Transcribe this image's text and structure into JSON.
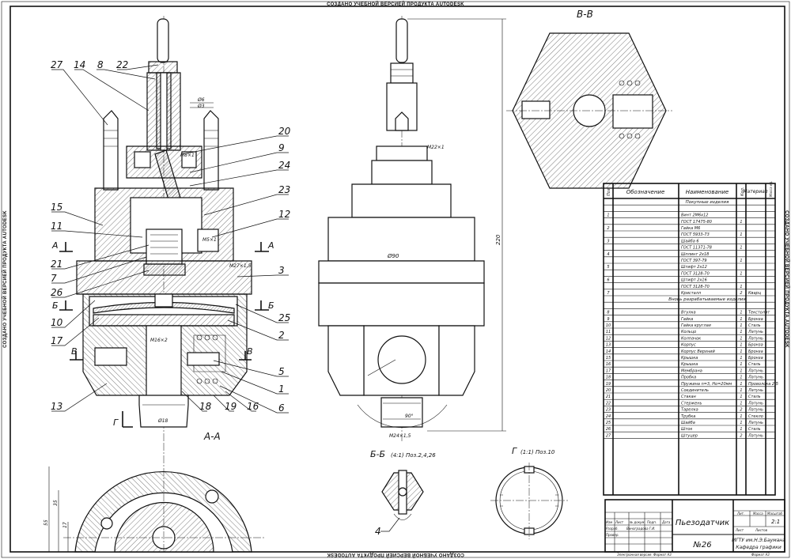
{
  "watermark": "СОЗДАНО УЧЕБНОЙ ВЕРСИЕЙ ПРОДУКТА AUTODESK",
  "views": {
    "section_bb": "В-В",
    "section_aa": "А-А",
    "section_b_b": "Б-Б",
    "section_b_b_note": "(4:1) Поз.2,4,26",
    "view_g": "Г",
    "view_g_note": "(1:1) Поз.10"
  },
  "cut_marks": [
    "А",
    "А",
    "Б",
    "Б",
    "В",
    "В",
    "Г"
  ],
  "position_numbers_left": [
    "27",
    "14",
    "8",
    "22",
    "15",
    "11",
    "21",
    "7",
    "26",
    "10",
    "17",
    "13"
  ],
  "position_numbers_right": [
    "20",
    "9",
    "24",
    "23",
    "12",
    "3",
    "25",
    "2",
    "5",
    "1",
    "6",
    "16",
    "19",
    "18"
  ],
  "position_number_bb": "4",
  "dimensions": {
    "d6": "Ø6",
    "d3": "Ø3",
    "m8": "М8×1",
    "m5": "М5×1",
    "m27": "М27×1,5",
    "m16": "М16×2",
    "d18": "Ø18",
    "m22": "М22×1",
    "d90": "Ø90",
    "h220": "220",
    "m24": "М24×1,5",
    "angle": "90°",
    "d55": "55",
    "d35": "35",
    "d17": "17"
  },
  "spec_table": {
    "headers": [
      "Поз.",
      "Обозначение",
      "Наименование",
      "Кол.",
      "Материал",
      "Масса ед."
    ],
    "section_purchased": "Покупные изделия",
    "purchased": [
      {
        "pos": "1",
        "name": "Винт 2М6х12",
        "qty": "",
        "mat": ""
      },
      {
        "pos": "",
        "name": "ГОСТ 17475-80",
        "qty": "1",
        "mat": ""
      },
      {
        "pos": "2",
        "name": "Гайка М6",
        "qty": "",
        "mat": ""
      },
      {
        "pos": "",
        "name": "ГОСТ 5933-73",
        "qty": "1",
        "mat": ""
      },
      {
        "pos": "3",
        "name": "Шайба 6",
        "qty": "",
        "mat": ""
      },
      {
        "pos": "",
        "name": "ГОСТ 11371-78",
        "qty": "1",
        "mat": ""
      },
      {
        "pos": "4",
        "name": "Шплинт 2х18",
        "qty": "",
        "mat": ""
      },
      {
        "pos": "",
        "name": "ГОСТ 397-79",
        "qty": "1",
        "mat": ""
      },
      {
        "pos": "5",
        "name": "Штифт 2х12",
        "qty": "",
        "mat": ""
      },
      {
        "pos": "",
        "name": "ГОСТ 3128-70",
        "qty": "1",
        "mat": ""
      },
      {
        "pos": "6",
        "name": "Штифт 2х16",
        "qty": "",
        "mat": ""
      },
      {
        "pos": "",
        "name": "ГОСТ 3128-70",
        "qty": "1",
        "mat": ""
      },
      {
        "pos": "7",
        "name": "Кристалл",
        "qty": "2",
        "mat": "Кварц"
      }
    ],
    "section_developed": "Вновь разрабатываемые изделия",
    "developed": [
      {
        "pos": "8",
        "name": "Втулка",
        "qty": "1",
        "mat": "Текстолит"
      },
      {
        "pos": "9",
        "name": "Гайка",
        "qty": "1",
        "mat": "Бронза"
      },
      {
        "pos": "10",
        "name": "Гайка круглая",
        "qty": "1",
        "mat": "Сталь"
      },
      {
        "pos": "11",
        "name": "Кольцо",
        "qty": "1",
        "mat": "Латунь"
      },
      {
        "pos": "12",
        "name": "Колпачок",
        "qty": "1",
        "mat": "Латунь"
      },
      {
        "pos": "13",
        "name": "Корпус",
        "qty": "1",
        "mat": "Бронза"
      },
      {
        "pos": "14",
        "name": "Корпус Верхний",
        "qty": "1",
        "mat": "Бронза"
      },
      {
        "pos": "15",
        "name": "Крышка",
        "qty": "1",
        "mat": "Бронза"
      },
      {
        "pos": "16",
        "name": "Крышка",
        "qty": "1",
        "mat": "Сталь"
      },
      {
        "pos": "17",
        "name": "Мембрана",
        "qty": "1",
        "mat": "Латунь"
      },
      {
        "pos": "18",
        "name": "Пробка",
        "qty": "1",
        "mat": "Латунь"
      },
      {
        "pos": "19",
        "name": "Пружина n=3, Но=20мм",
        "qty": "1",
        "mat": "Проволока 2,5"
      },
      {
        "pos": "20",
        "name": "Соединитель",
        "qty": "1",
        "mat": "Латунь"
      },
      {
        "pos": "21",
        "name": "Стакан",
        "qty": "1",
        "mat": "Сталь"
      },
      {
        "pos": "22",
        "name": "Стержень",
        "qty": "1",
        "mat": "Латунь"
      },
      {
        "pos": "23",
        "name": "Тарелка",
        "qty": "2",
        "mat": "Латунь"
      },
      {
        "pos": "24",
        "name": "Трубка",
        "qty": "1",
        "mat": "Стекло"
      },
      {
        "pos": "25",
        "name": "Шайба",
        "qty": "1",
        "mat": "Латунь"
      },
      {
        "pos": "26",
        "name": "Шток",
        "qty": "1",
        "mat": "Сталь"
      },
      {
        "pos": "27",
        "name": "Штуцер",
        "qty": "2",
        "mat": "Латунь"
      }
    ]
  },
  "title_block": {
    "name": "Пьезодатчик",
    "number": "№26",
    "org_line1": "МГТУ им.Н.Э.Баумана",
    "org_line2": "Кафедра графики",
    "scale_label": "Масштаб",
    "scale": "2:1",
    "lit_label": "Лит.",
    "mass_label": "Масса",
    "sheet_label": "Лист",
    "sheets_label": "Листов",
    "row_labels": [
      "Изм",
      "Лист",
      "№ докум.",
      "Подп.",
      "Дата"
    ],
    "dev_label": "Разраб.",
    "check_label": "Провер.",
    "dev_name": "Виноградова Г.И.",
    "format_label": "Формат А3",
    "bottom_caption": "Электронная версия. Формат А3"
  }
}
